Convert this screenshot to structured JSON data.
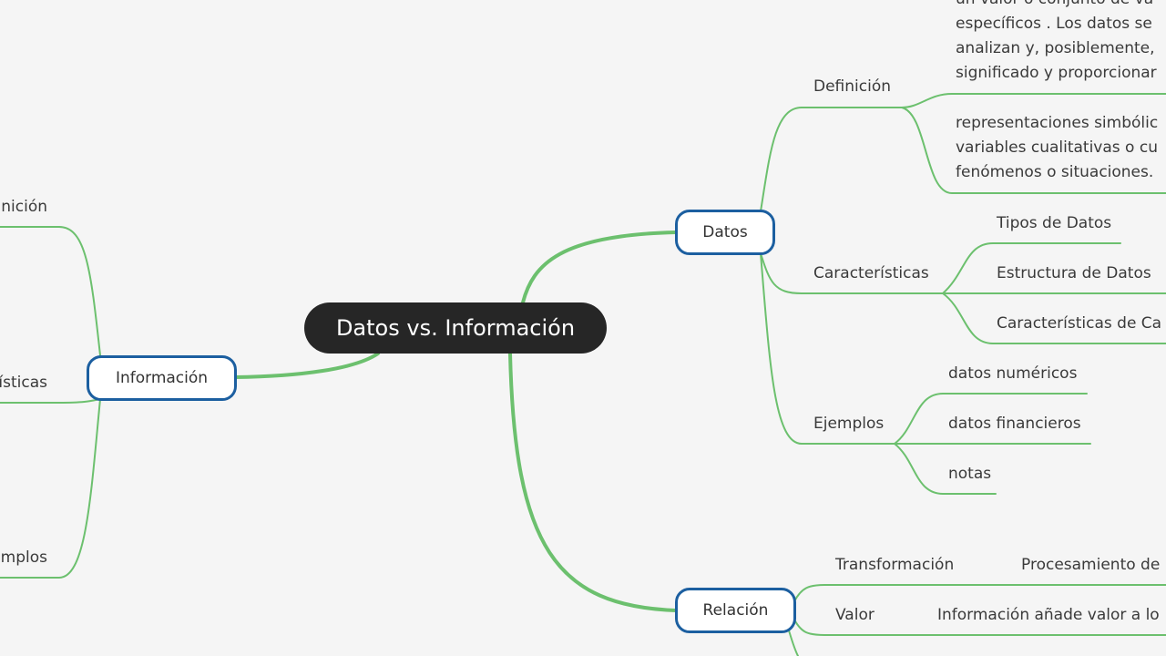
{
  "central_topic": "Datos vs. Información",
  "datos": {
    "label": "Datos",
    "definicion": {
      "label": "Definición",
      "text1": [
        "un valor o conjunto de va",
        "específicos . Los datos se",
        "analizan y, posiblemente,",
        "significado y proporcionar"
      ],
      "text2": [
        "representaciones simbólic",
        "variables cualitativas o cu",
        "fenómenos o situaciones."
      ]
    },
    "caracteristicas": {
      "label": "Características",
      "items": [
        "Tipos de Datos",
        "Estructura de Datos",
        "Características de Ca"
      ]
    },
    "ejemplos": {
      "label": "Ejemplos",
      "items": [
        "datos numéricos",
        "datos financieros",
        "notas"
      ]
    }
  },
  "informacion": {
    "label": "Información",
    "children": [
      "nición",
      "ísticas",
      "mplos"
    ]
  },
  "relacion": {
    "label": "Relación",
    "transformacion": {
      "label": "Transformación",
      "detail": "Procesamiento de"
    },
    "valor": {
      "label": "Valor",
      "detail": "Información añade valor a lo"
    }
  },
  "colors": {
    "branch": "#6cc06e",
    "node_border": "#1c5fa0",
    "center_bg": "#262626",
    "background": "#f5f5f5"
  }
}
